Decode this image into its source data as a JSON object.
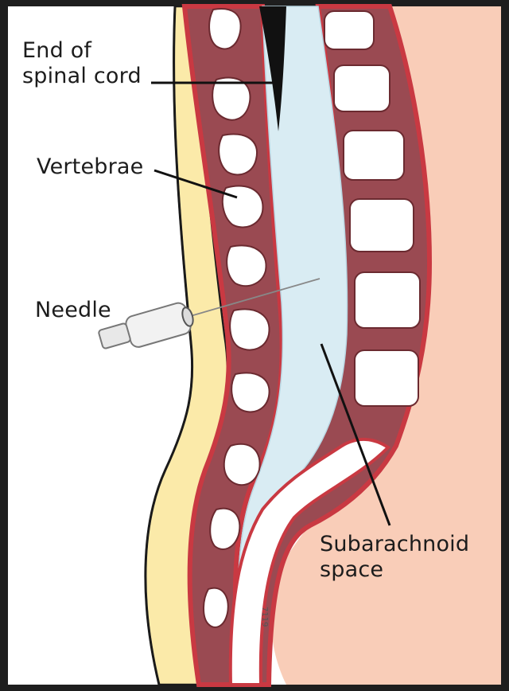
{
  "labels": {
    "end_of_cord_line1": "End of",
    "end_of_cord_line2": "spinal cord",
    "vertebrae": "Vertebrae",
    "needle": "Needle",
    "subarachnoid_line1": "Subarachnoid",
    "subarachnoid_line2": "space"
  },
  "figure_ref": "7119",
  "colors": {
    "background_skin": "#f9cdb8",
    "bone_outer": "#c93942",
    "bone_body": "#9a4a52",
    "csf_space": "#d9ecf3",
    "fat_layer": "#fbeaa9",
    "disc_white": "#ffffff",
    "spinal_cord": "#111111"
  },
  "icons": [
    "needle-syringe-icon"
  ]
}
